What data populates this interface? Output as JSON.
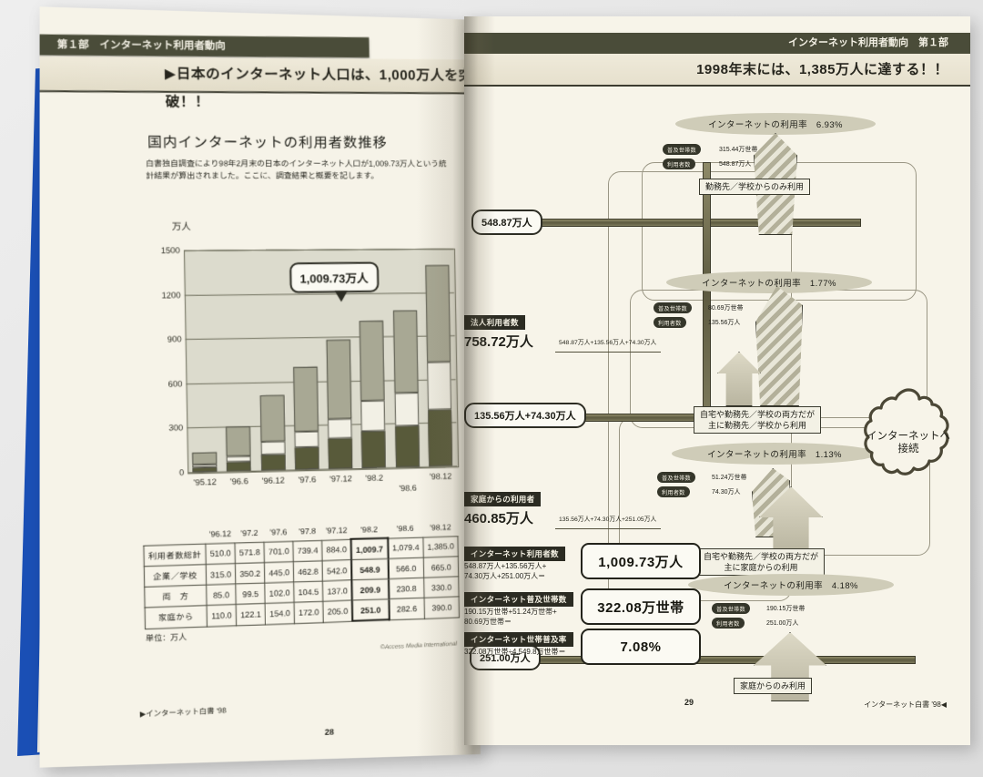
{
  "book": {
    "left_page": {
      "header_tag": "第１部　インターネット利用者動向",
      "subtitle": "▶日本のインターネット人口は、1,000万人を突破！！",
      "section_title": "国内インターネットの利用者数推移",
      "lead": "白書独自調査により98年2月末の日本のインターネット人口が1,009.73万人という統計結果が算出されました。ここに、調査結果と概要を記します。",
      "callout": "1,009.73万人",
      "unit_note": "単位：万人",
      "credit": "©Access Media International",
      "footer": "▶インターネット白書 '98",
      "page_number": "28"
    },
    "right_page": {
      "header_tag": "インターネット利用者動向　第１部",
      "subtitle": "1998年末には、1,385万人に達する！！",
      "footer": "インターネット白書 '98◀",
      "page_number": "29"
    }
  },
  "chart_data": {
    "type": "bar",
    "title": "国内インターネットの利用者数推移",
    "ylabel": "万人",
    "xlabel": "",
    "ylim": [
      0,
      1500
    ],
    "yticks": [
      0,
      300,
      600,
      900,
      1200,
      1500
    ],
    "grid": true,
    "stacked": true,
    "legend_position": "none",
    "categories": [
      "'95.12",
      "'96.6",
      "'96.12",
      "'97.6",
      "'97.12",
      "'98.2",
      "'98.6",
      "'98.12"
    ],
    "series": [
      {
        "name": "家庭から",
        "values": [
          30,
          60,
          110,
          122.1,
          154,
          172,
          205,
          251,
          282.6,
          390
        ]
      },
      {
        "name": "両方",
        "values": [
          20,
          40,
          85,
          99.5,
          102,
          104.5,
          137,
          209.9,
          230.8,
          330
        ]
      },
      {
        "name": "企業／学校",
        "values": [
          80,
          200,
          315,
          350.2,
          445,
          462.8,
          542,
          548.9,
          566,
          665
        ]
      }
    ],
    "totals": [
      130,
      300,
      510,
      701,
      884,
      1009.73,
      1079.4,
      1385
    ],
    "highlight": {
      "category": "'98.2",
      "value": 1009.73,
      "label": "1,009.73万人"
    }
  },
  "table": {
    "col_headers": [
      "",
      "'96.12",
      "'97.2",
      "'97.6",
      "'97.8",
      "'97.12",
      "'98.2",
      "'98.6",
      "'98.12"
    ],
    "highlight_column_index": 6,
    "rows": [
      {
        "label": "利用者数総計",
        "values": [
          "510.0",
          "571.8",
          "701.0",
          "739.4",
          "884.0",
          "1,009.7",
          "1,079.4",
          "1,385.0"
        ]
      },
      {
        "label": "企業／学校",
        "values": [
          "315.0",
          "350.2",
          "445.0",
          "462.8",
          "542.0",
          "548.9",
          "566.0",
          "665.0"
        ]
      },
      {
        "label": "両　方",
        "values": [
          "85.0",
          "99.5",
          "102.0",
          "104.5",
          "137.0",
          "209.9",
          "230.8",
          "330.0"
        ]
      },
      {
        "label": "家庭から",
        "values": [
          "110.0",
          "122.1",
          "154.0",
          "172.0",
          "205.0",
          "251.0",
          "282.6",
          "390.0"
        ]
      }
    ]
  },
  "diagram": {
    "badge_households": "普及世帯数",
    "badge_users": "利用者数",
    "groups": [
      {
        "rate_label": "インターネットの利用率",
        "rate_value": "6.93%",
        "households": "315.44万世帯",
        "users": "548.87万人",
        "caption": "勤務先／学校からのみ利用"
      },
      {
        "rate_label": "インターネットの利用率",
        "rate_value": "1.77%",
        "households": "80.69万世帯",
        "users": "135.56万人",
        "caption": "自宅や勤務先／学校の両方だが\n主に勤務先／学校から利用"
      },
      {
        "rate_label": "インターネットの利用率",
        "rate_value": "1.13%",
        "households": "51.24万世帯",
        "users": "74.30万人",
        "caption": "自宅や勤務先／学校の両方だが\n主に家庭からの利用"
      },
      {
        "rate_label": "インターネットの利用率",
        "rate_value": "4.18%",
        "households": "190.15万世帯",
        "users": "251.00万人",
        "caption": "家庭からのみ利用"
      }
    ],
    "cloud": "インターネットへ\n接続",
    "pills": [
      {
        "text": "548.87万人"
      },
      {
        "text": "135.56万人+74.30万人"
      },
      {
        "text": "251.00万人"
      }
    ],
    "sums": [
      {
        "label": "法人利用者数",
        "value": "758.72万人",
        "formula": "548.87万人+135.56万人+74.30万人"
      },
      {
        "label": "家庭からの利用者",
        "value": "460.85万人",
        "formula": "135.56万人+74.30万人+251.05万人"
      }
    ],
    "results": [
      {
        "label": "インターネット利用者数",
        "formula": "548.87万人+135.56万人+\n74.30万人+251.00万人＝",
        "value": "1,009.73万人"
      },
      {
        "label": "インターネット普及世帯数",
        "formula": "190.15万世帯+51.24万世帯+\n80.69万世帯＝",
        "value": "322.08万世帯"
      },
      {
        "label": "インターネット世帯普及率",
        "formula": "322.08万世帯÷4,549.8万世帯＝",
        "value": "7.08%"
      }
    ]
  },
  "colors": {
    "header_bar": "#4a4c39",
    "paper": "#f7f4e9",
    "cover": "#1a4fb5",
    "tab": "#1d6b3a",
    "bar_work": "#a8a894",
    "bar_both": "#f2f0e5",
    "bar_home": "#585a3a",
    "accent_ink": "#2d2d24"
  }
}
